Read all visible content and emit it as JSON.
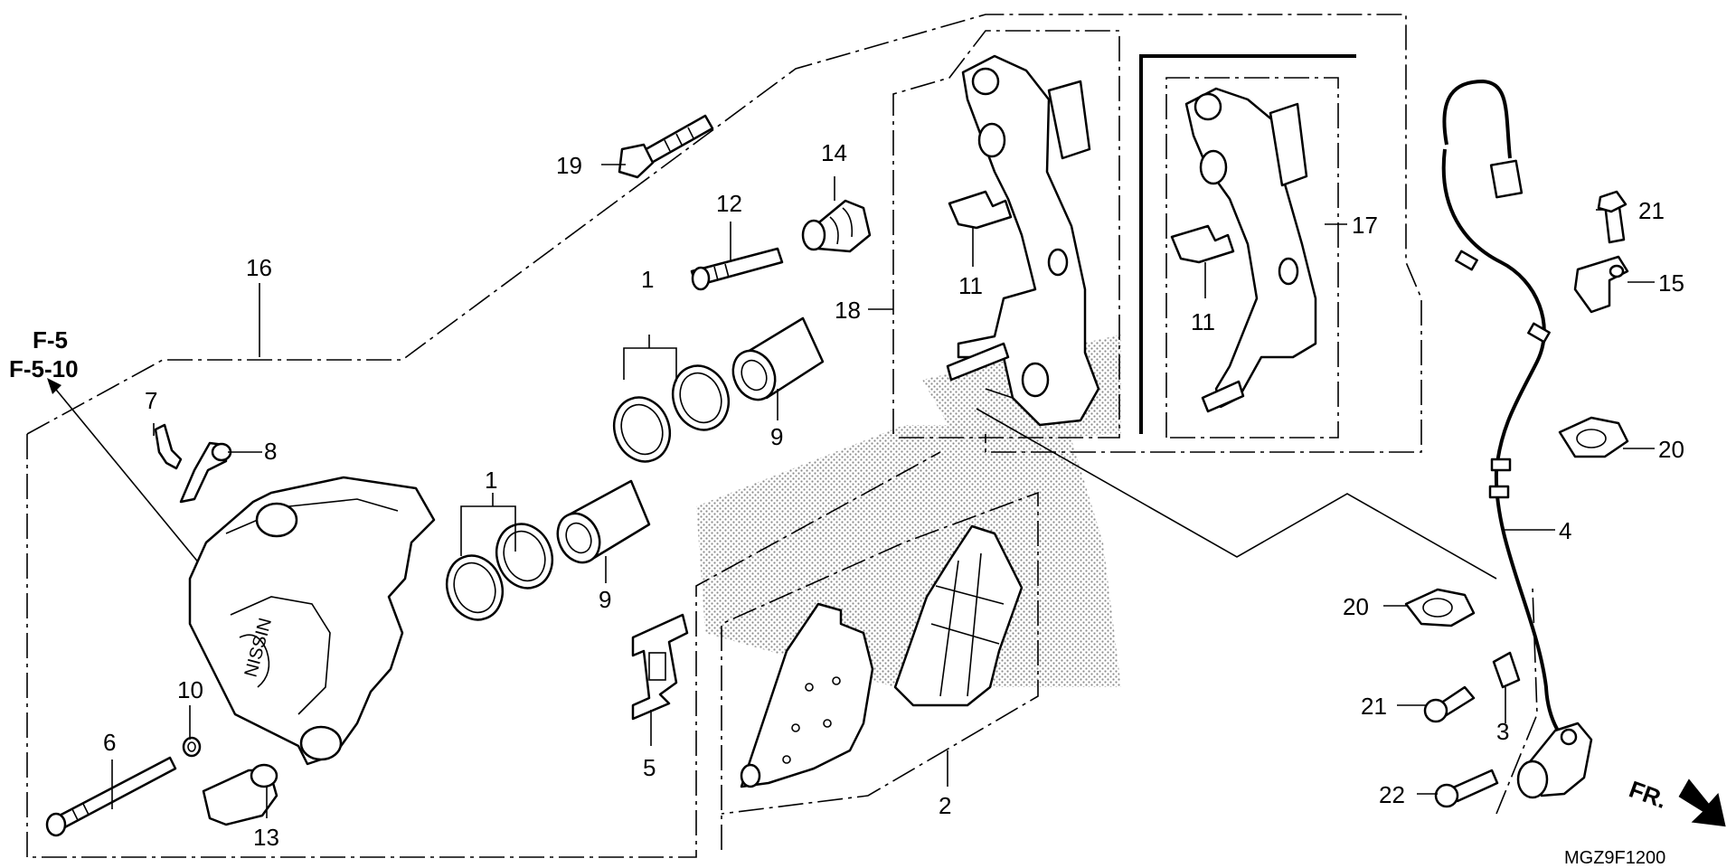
{
  "diagram": {
    "reference_labels": [
      "F-5",
      "F-5-10"
    ],
    "direction_label": "FR.",
    "figure_code": "MGZ9F1200",
    "callouts": {
      "c1a": "1",
      "c1b": "1",
      "c2": "2",
      "c3": "3",
      "c4": "4",
      "c5": "5",
      "c6": "6",
      "c7": "7",
      "c8": "8",
      "c9a": "9",
      "c9b": "9",
      "c10": "10",
      "c11a": "11",
      "c11b": "11",
      "c12": "12",
      "c13": "13",
      "c14": "14",
      "c15": "15",
      "c16": "16",
      "c17": "17",
      "c18": "18",
      "c19": "19",
      "c20a": "20",
      "c20b": "20",
      "c21a": "21",
      "c21b": "21",
      "c22": "22"
    }
  }
}
